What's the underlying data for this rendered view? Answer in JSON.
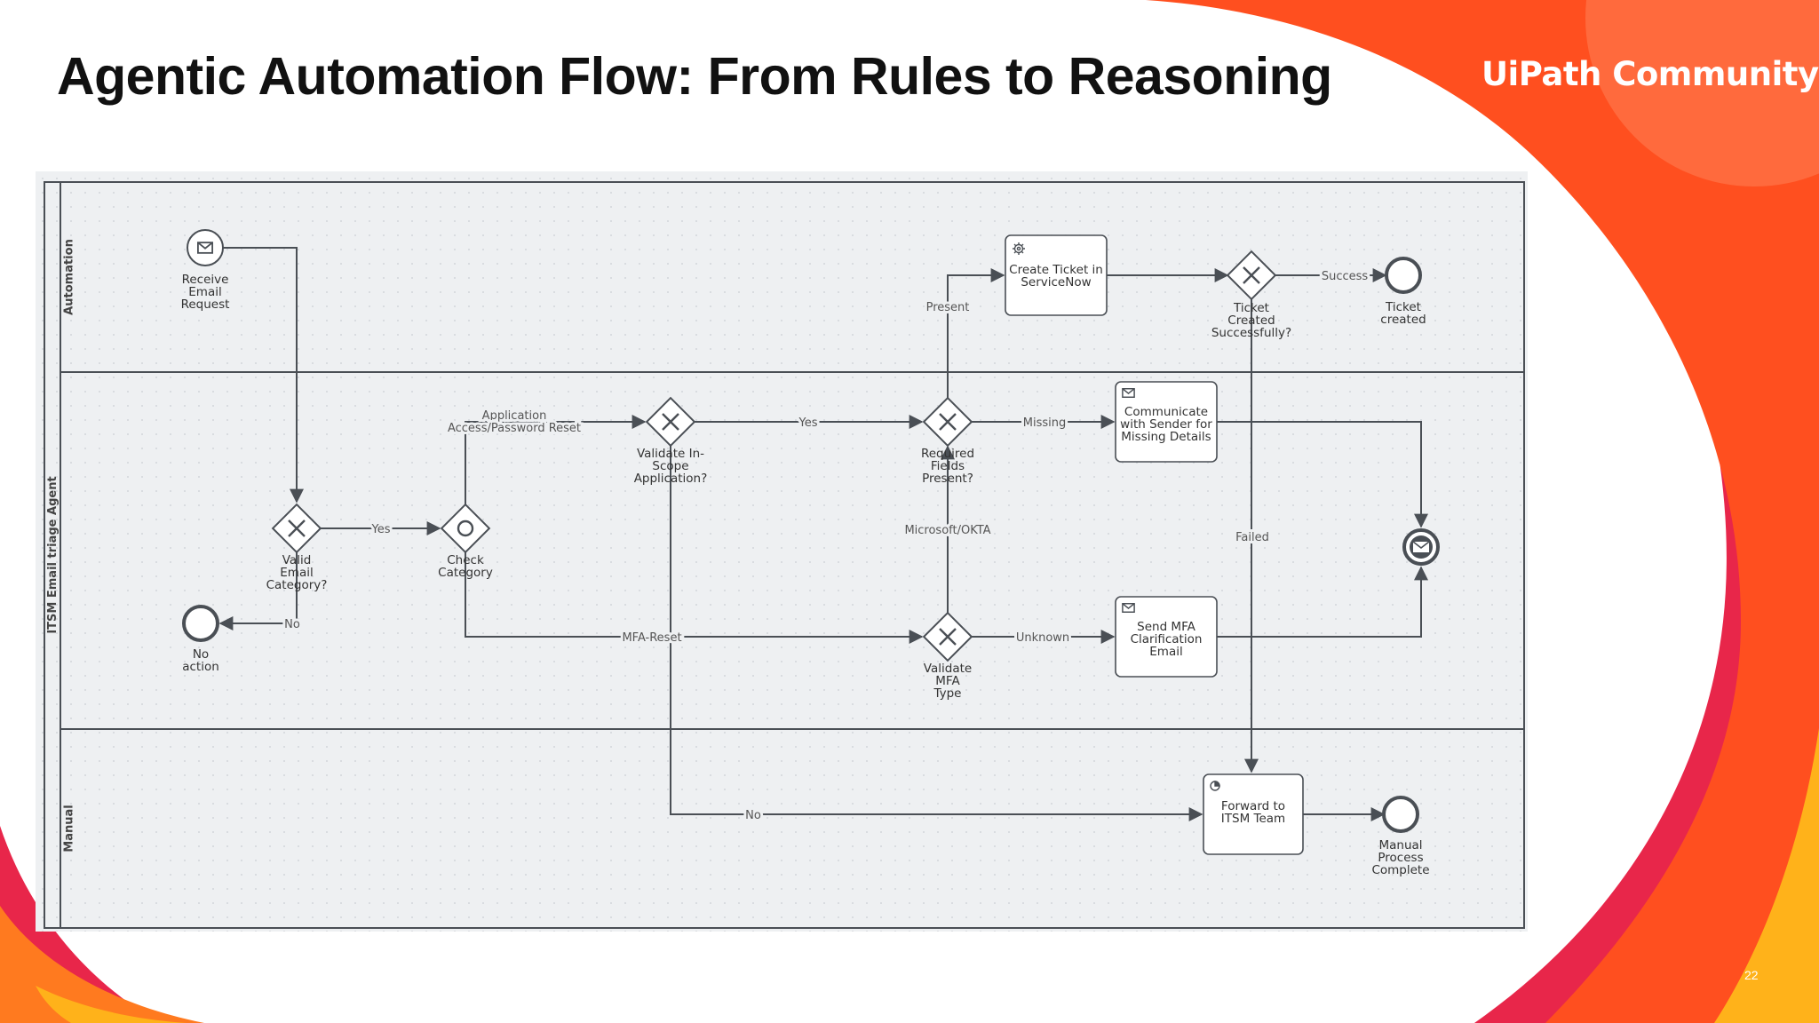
{
  "slide": {
    "title": "Agentic Automation Flow: From Rules to Reasoning",
    "logo": "UiPath Community",
    "page_number": "22"
  },
  "colors": {
    "accent_orange": "#ff4f1f",
    "accent_red": "#e8264a",
    "accent_yellow": "#ffb21a",
    "diagram_bg": "#eef0f2",
    "diagram_stroke": "#4a4f55"
  },
  "lanes": {
    "pool": "ITSM Email triage Agent",
    "automation": "Automation",
    "manual": "Manual"
  },
  "events": {
    "receive_email": [
      "Receive",
      "Email",
      "Request"
    ],
    "no_action": [
      "No",
      "action"
    ],
    "ticket_created": [
      "Ticket",
      "created"
    ],
    "manual_complete": [
      "Manual",
      "Process",
      "Complete"
    ]
  },
  "gateways": {
    "valid_category": [
      "Valid",
      "Email",
      "Category?"
    ],
    "check_category": [
      "Check",
      "Category"
    ],
    "validate_scope": [
      "Validate In-",
      "Scope",
      "Application?"
    ],
    "required_fields": [
      "Required",
      "Fields",
      "Present?"
    ],
    "validate_mfa": [
      "Validate",
      "MFA",
      "Type"
    ],
    "ticket_success": [
      "Ticket",
      "Created",
      "Successfully?"
    ]
  },
  "tasks": {
    "create_ticket": [
      "Create Ticket in",
      "ServiceNow"
    ],
    "communicate_sender": [
      "Communicate",
      "with Sender for",
      "Missing Details"
    ],
    "send_mfa_email": [
      "Send MFA",
      "Clarification",
      "Email"
    ],
    "forward_itsm": [
      "Forward to",
      "ITSM Team"
    ]
  },
  "flows": {
    "yes_valid": "Yes",
    "no_valid": "No",
    "application_reset": [
      "Application",
      "Access/Password Reset"
    ],
    "mfa_reset": "MFA-Reset",
    "yes_scope": "Yes",
    "no_scope": "No",
    "present": "Present",
    "missing": "Missing",
    "microsoft_okta": "Microsoft/OKTA",
    "unknown": "Unknown",
    "success": "Success",
    "failed": "Failed"
  }
}
